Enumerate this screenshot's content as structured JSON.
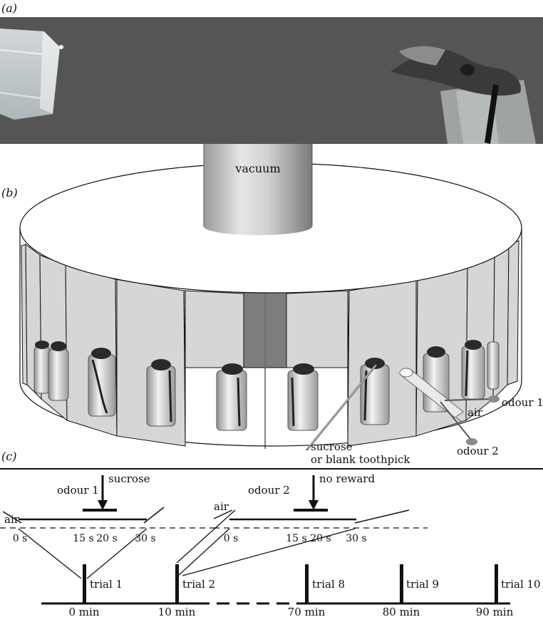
{
  "panels": {
    "a": "(a)",
    "b": "(b)",
    "c": "(c)"
  },
  "apparatus": {
    "vacuum": "vacuum",
    "odour1": "odour 1",
    "air": "air",
    "odour2": "odour 2",
    "toothpick_line1": "sucrose",
    "toothpick_line2": "or blank toothpick"
  },
  "protocol": {
    "trial_a": {
      "arrow": "sucrose",
      "odour": "odour 1",
      "air": "air",
      "ticks": [
        "0 s",
        "15 s",
        "20 s",
        "30 s"
      ]
    },
    "trial_b": {
      "arrow": "no reward",
      "odour": "odour 2",
      "air": "air",
      "ticks": [
        "0 s",
        "15 s",
        "20 s",
        "30 s"
      ]
    },
    "trials": [
      "trial 1",
      "trial 2",
      "trial 8",
      "trial 9",
      "trial 10"
    ],
    "times": [
      "0 min",
      "10 min",
      "70 min",
      "80 min",
      "90 min"
    ]
  },
  "colors": {
    "photo_bg": "#5a5a5a",
    "wall": "#d6d6d6",
    "center_slot": "#7d7d7d"
  }
}
